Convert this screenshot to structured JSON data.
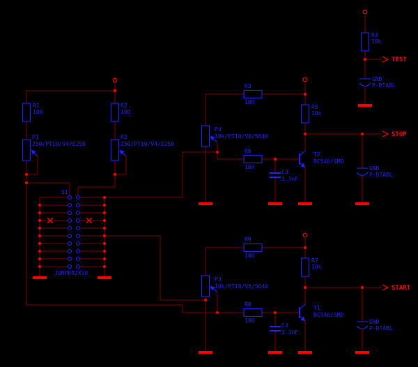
{
  "net_labels": {
    "test": "TEST",
    "stop": "STOP",
    "start": "START"
  },
  "components": {
    "r1": {
      "ref": "R1",
      "value": "100"
    },
    "r2": {
      "ref": "R2",
      "value": "100"
    },
    "r3": {
      "ref": "R3",
      "value": "100"
    },
    "r4": {
      "ref": "R4",
      "value": "10k"
    },
    "r5": {
      "ref": "R5",
      "value": "10k"
    },
    "r6": {
      "ref": "R6",
      "value": "100"
    },
    "r7": {
      "ref": "R7",
      "value": "10k"
    },
    "r8": {
      "ref": "R8",
      "value": "100"
    },
    "r9": {
      "ref": "R9",
      "value": "100"
    },
    "p1": {
      "ref": "P1",
      "value": "250/PT10/V4/E250"
    },
    "p2": {
      "ref": "P2",
      "value": "250/PT10/V4/E250"
    },
    "p3": {
      "ref": "P3",
      "value": "10k/PT10/V6/S640"
    },
    "p4": {
      "ref": "P4",
      "value": "10k/PT10/V6/S640"
    },
    "c3": {
      "ref": "C3",
      "value": "3.3nF"
    },
    "c4": {
      "ref": "C4",
      "value": "3.3nF"
    },
    "t1": {
      "ref": "T1",
      "value": "BC546/SMD"
    },
    "t2": {
      "ref": "T2",
      "value": "BC546/SMD"
    },
    "s1": {
      "ref": "S1",
      "value": "JUMPER2X10"
    },
    "gnd_test": {
      "ref": "GND",
      "value": "P-DTABL"
    },
    "gnd_stop": {
      "ref": "GND",
      "value": "P-DTABL"
    },
    "gnd_start": {
      "ref": "GND",
      "value": "P-DTABL"
    }
  },
  "colors": {
    "background": "#000000",
    "wire": "#7f0000",
    "component": "#2222ff",
    "accent": "#ff0000"
  }
}
